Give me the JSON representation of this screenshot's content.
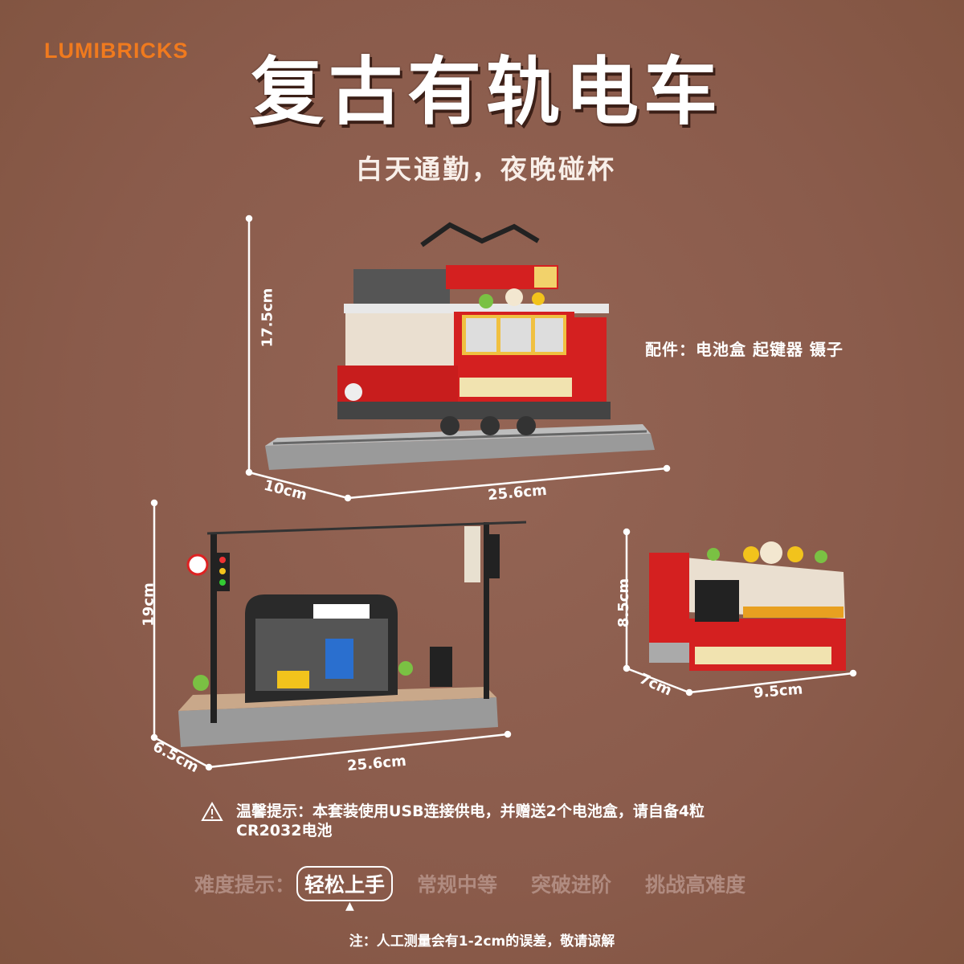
{
  "brand": {
    "logo": "LUMIBRICKS",
    "logo_color": "#f07a1e"
  },
  "header": {
    "title": "复古有轨电车",
    "subtitle": "白天通勤，夜晚碰杯"
  },
  "tram": {
    "height": "17.5cm",
    "depth": "10cm",
    "width": "25.6cm",
    "accessories": "配件：电池盒 起键器 镊子"
  },
  "station": {
    "height": "19cm",
    "depth": "6.5cm",
    "width": "25.6cm"
  },
  "kiosk": {
    "height": "8.5cm",
    "depth": "7cm",
    "width": "9.5cm"
  },
  "warning": {
    "icon": "warning-triangle-icon",
    "line1": "温馨提示：本套装使用USB连接供电，并赠送2个电池盒，请自备4粒",
    "line2": "CR2032电池"
  },
  "difficulty": {
    "label": "难度提示：",
    "levels": [
      "轻松上手",
      "常规中等",
      "突破进阶",
      "挑战高难度"
    ],
    "selected_index": 0
  },
  "note": "注：人工测量会有1-2cm的误差，敬请谅解",
  "colors": {
    "background": "#8a5b4b",
    "tram_red": "#d42020",
    "text": "#ffffff"
  }
}
